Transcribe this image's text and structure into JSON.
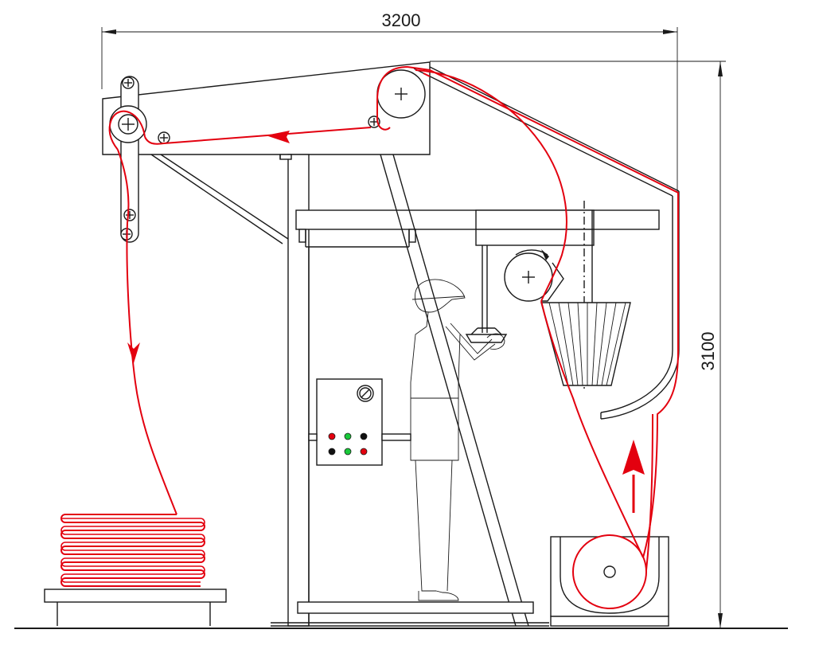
{
  "dimensions": {
    "width_label": "3200",
    "height_label": "3100"
  },
  "control_panel": {
    "lights_top": [
      "red",
      "green",
      "black"
    ],
    "lights_bottom": [
      "black",
      "green",
      "red"
    ]
  },
  "colors": {
    "line": "#1a1a1a",
    "fabric_path": "#e3000f",
    "light_red": "#e3000f",
    "light_green": "#19c93a",
    "light_black": "#111111",
    "background": "#ffffff"
  },
  "arrows": {
    "path_direction": [
      "left",
      "down",
      "up"
    ]
  }
}
